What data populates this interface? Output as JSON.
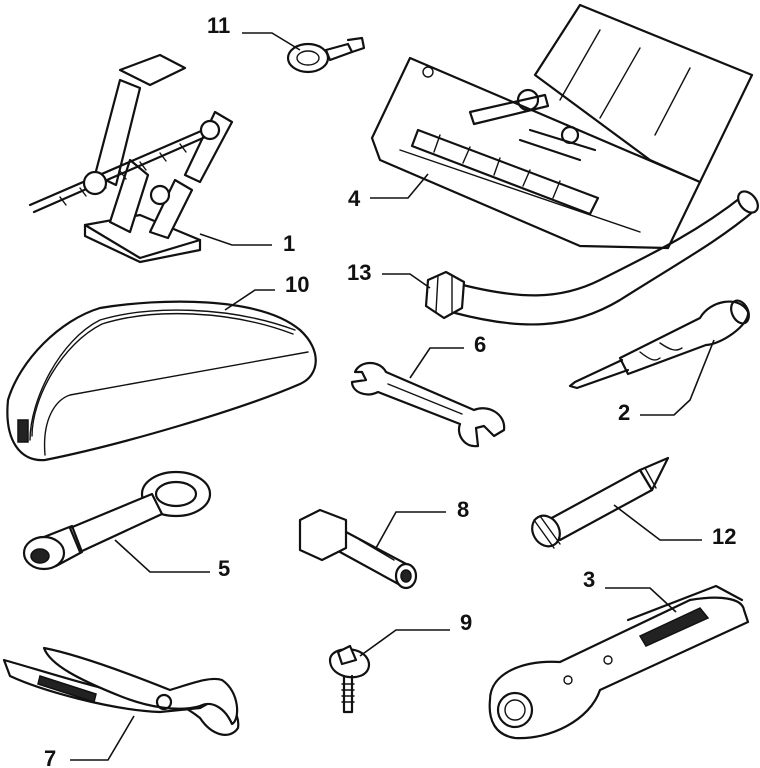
{
  "parts": [
    {
      "id": "jack",
      "label": "1"
    },
    {
      "id": "screwdriver",
      "label": "2"
    },
    {
      "id": "ratchet-wrench",
      "label": "3"
    },
    {
      "id": "tool-roll",
      "label": "4"
    },
    {
      "id": "wheel-bolt-wrench",
      "label": "5"
    },
    {
      "id": "open-end-spanner",
      "label": "6"
    },
    {
      "id": "pliers",
      "label": "7"
    },
    {
      "id": "socket-adapter",
      "label": "8"
    },
    {
      "id": "screw-fitting",
      "label": "9"
    },
    {
      "id": "tool-bag",
      "label": "10"
    },
    {
      "id": "key",
      "label": "11"
    },
    {
      "id": "tow-hook",
      "label": "12"
    },
    {
      "id": "extension-bar",
      "label": "13"
    }
  ]
}
